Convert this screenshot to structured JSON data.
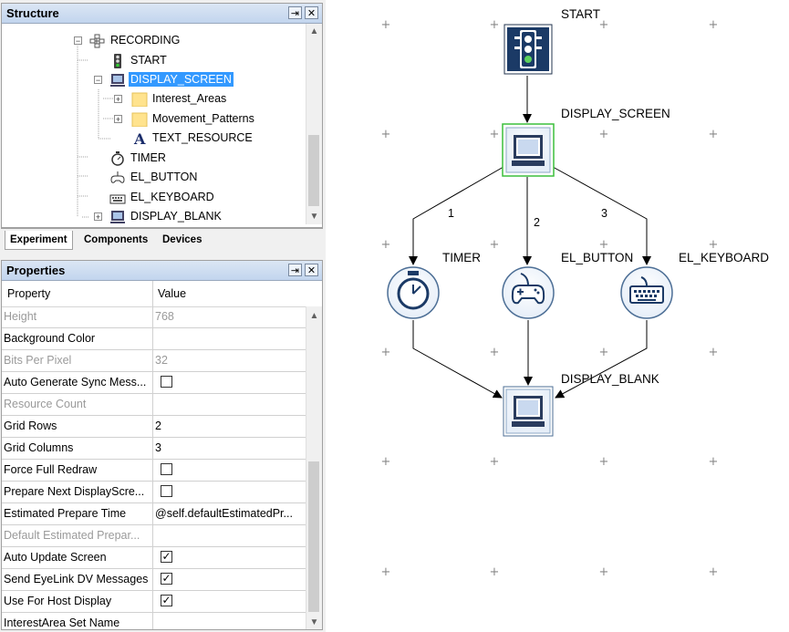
{
  "structure": {
    "title": "Structure",
    "pin": "⇥",
    "close": "✕",
    "nodes": [
      {
        "label": "RECORDING",
        "icon": "sequence-icon"
      },
      {
        "label": "START",
        "icon": "traffic-light-icon"
      },
      {
        "label": "DISPLAY_SCREEN",
        "icon": "monitor-icon",
        "selected": true
      },
      {
        "label": "Interest_Areas",
        "icon": "folder-icon"
      },
      {
        "label": "Movement_Patterns",
        "icon": "folder-icon"
      },
      {
        "label": "TEXT_RESOURCE",
        "icon": "text-resource-icon"
      },
      {
        "label": "TIMER",
        "icon": "stopwatch-icon"
      },
      {
        "label": "EL_BUTTON",
        "icon": "gamepad-icon"
      },
      {
        "label": "EL_KEYBOARD",
        "icon": "keyboard-icon"
      },
      {
        "label": "DISPLAY_BLANK",
        "icon": "monitor-icon"
      }
    ],
    "tabs": [
      "Experiment",
      "Components",
      "Devices"
    ]
  },
  "properties": {
    "title": "Properties",
    "pin": "⇥",
    "close": "✕",
    "col_property": "Property",
    "col_value": "Value",
    "rows": [
      {
        "name": "Height",
        "value": "768",
        "disabled": true
      },
      {
        "name": "Background Color",
        "value": ""
      },
      {
        "name": "Bits Per Pixel",
        "value": "32",
        "disabled": true
      },
      {
        "name": "Auto Generate Sync Mess...",
        "value": "",
        "checkbox": false
      },
      {
        "name": "Resource Count",
        "value": "",
        "disabled": true
      },
      {
        "name": "Grid Rows",
        "value": "2"
      },
      {
        "name": "Grid Columns",
        "value": "3"
      },
      {
        "name": "Force Full Redraw",
        "value": "",
        "checkbox": false
      },
      {
        "name": "Prepare Next DisplayScre...",
        "value": "",
        "checkbox": false
      },
      {
        "name": "Estimated Prepare Time",
        "value": "@self.defaultEstimatedPr..."
      },
      {
        "name": "Default Estimated Prepar...",
        "value": "",
        "disabled": true
      },
      {
        "name": "Auto Update Screen",
        "value": "",
        "checkbox": true
      },
      {
        "name": "Send EyeLink DV Messages",
        "value": "",
        "checkbox": true
      },
      {
        "name": "Use For Host Display",
        "value": "",
        "checkbox": true
      },
      {
        "name": "InterestArea Set Name",
        "value": ""
      }
    ]
  },
  "canvas": {
    "nodes": {
      "start": "START",
      "display_screen": "DISPLAY_SCREEN",
      "timer": "TIMER",
      "el_button": "EL_BUTTON",
      "el_keyboard": "EL_KEYBOARD",
      "display_blank": "DISPLAY_BLANK"
    },
    "edge_labels": [
      "1",
      "2",
      "3"
    ],
    "grid_mark": "+"
  }
}
